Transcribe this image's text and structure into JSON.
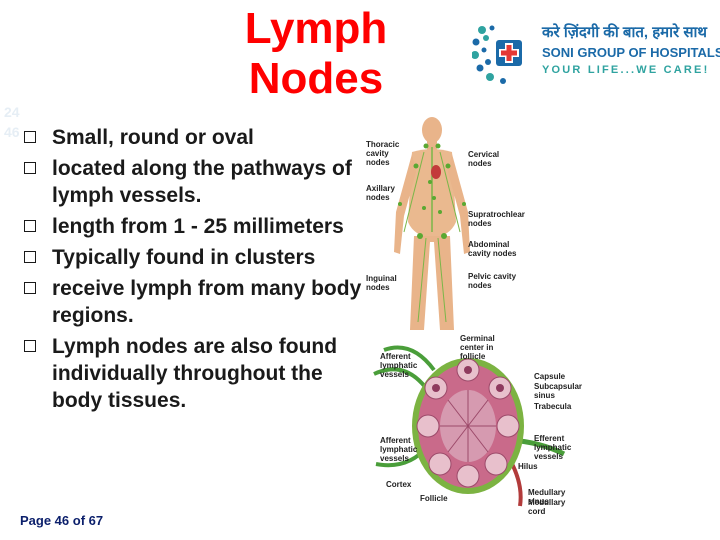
{
  "slide": {
    "title_line1": "Lymph",
    "title_line2": "Nodes",
    "ghost_numbers": [
      "24",
      "46"
    ],
    "bullets": [
      "Small, round or oval",
      "located along the pathways of lymph vessels.",
      "length from 1 - 25 millimeters",
      "Typically found in clusters",
      "receive lymph from many body regions.",
      "Lymph nodes are also found individually throughout the body tissues."
    ],
    "footer": "Page 46 of 67"
  },
  "logo": {
    "hindi_tagline": "करे ज़िंदगी की बात, हमारे साथ",
    "name": "SONI GROUP OF HOSPITALS",
    "slogan": "YOUR LIFE...WE CARE!"
  },
  "figure_body": {
    "labels_left": [
      "Thoracic cavity nodes",
      "Axillary nodes",
      "Inguinal nodes"
    ],
    "labels_right": [
      "Cervical nodes",
      "Supratrochlear nodes",
      "Abdominal cavity nodes",
      "Pelvic cavity nodes"
    ]
  },
  "figure_node": {
    "labels_left": [
      "Afferent lymphatic vessels",
      "Afferent lymphatic vessels",
      "Cortex",
      "Follicle"
    ],
    "labels_right": [
      "Germinal center in follicle",
      "Capsule",
      "Subcapsular sinus",
      "Trabecula",
      "Efferent lymphatic vessels",
      "Hilus",
      "Medullary sinus",
      "Medullary cord"
    ]
  },
  "colors": {
    "title": "#ff0000",
    "text": "#1a1a1a",
    "footer": "#0b1f6b",
    "logo_blue": "#1b6aa8",
    "logo_teal": "#2fa3a0"
  }
}
